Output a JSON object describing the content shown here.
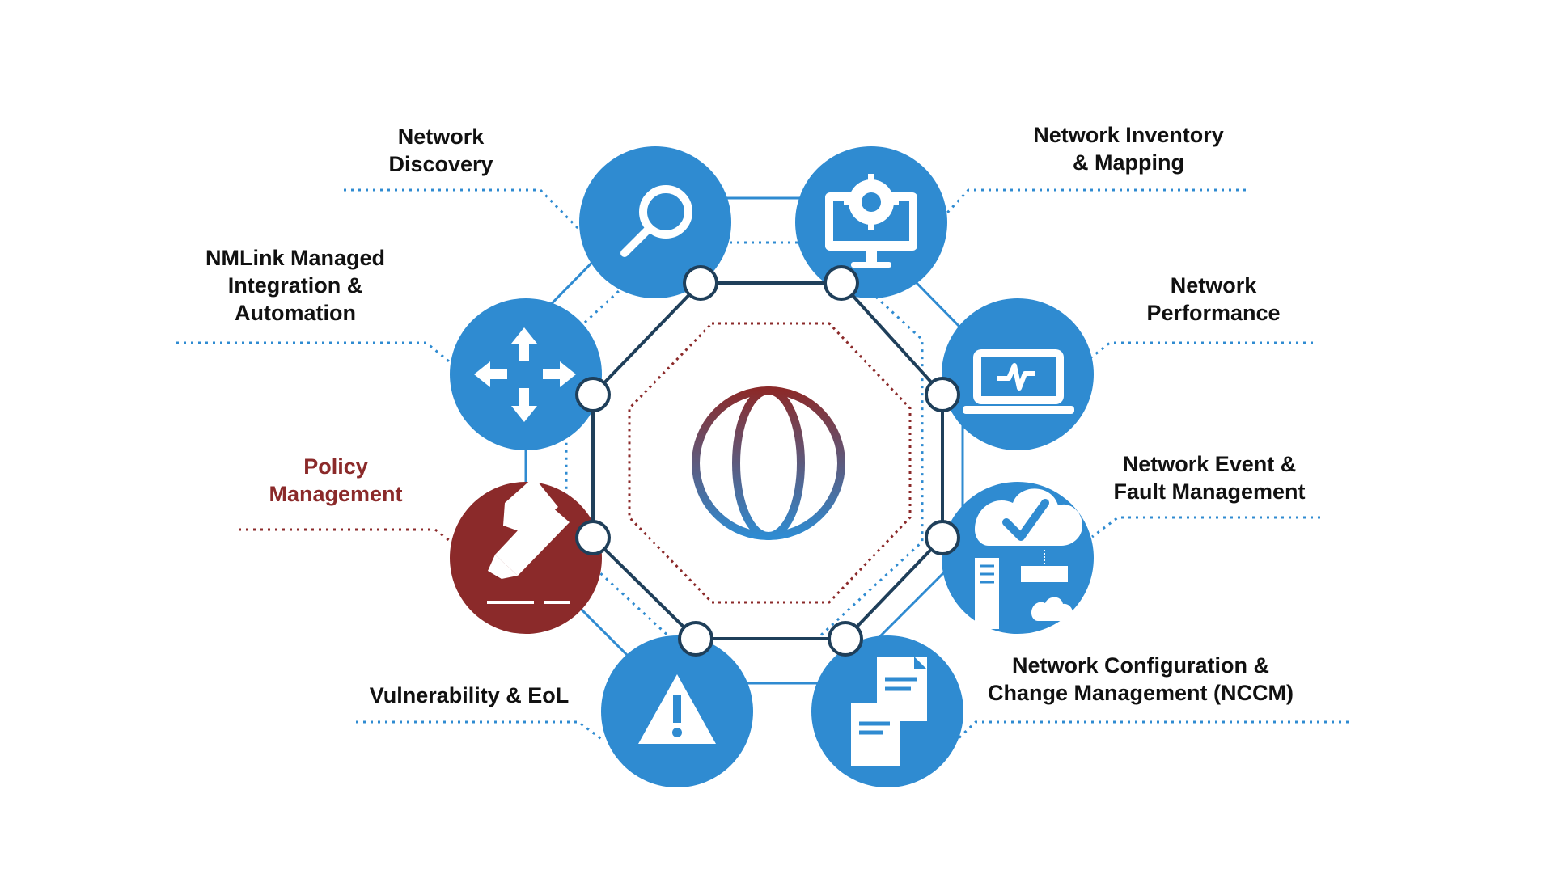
{
  "colors": {
    "primary": "#2f8bd1",
    "active": "#8b2a2a",
    "outline": "#1f3f5a",
    "connector": "#2f8bd1",
    "icon": "#ffffff",
    "label": "#111111"
  },
  "center": {
    "icon": "globe-icon"
  },
  "nodes": [
    {
      "id": "network-discovery",
      "label": "Network\nDiscovery",
      "icon": "magnifier-icon",
      "active": false
    },
    {
      "id": "network-inventory-mapping",
      "label": "Network Inventory\n& Mapping",
      "icon": "monitor-gear-icon",
      "active": false
    },
    {
      "id": "network-performance",
      "label": "Network\nPerformance",
      "icon": "laptop-pulse-icon",
      "active": false
    },
    {
      "id": "network-event-fault-management",
      "label": "Network Event &\nFault Management",
      "icon": "cloud-server-check-icon",
      "active": false
    },
    {
      "id": "nccm",
      "label": "Network Configuration &\nChange Management (NCCM)",
      "icon": "documents-icon",
      "active": false
    },
    {
      "id": "vulnerability-eol",
      "label": "Vulnerability & EoL",
      "icon": "warning-icon",
      "active": false
    },
    {
      "id": "policy-management",
      "label": "Policy\nManagement",
      "icon": "pencil-icon",
      "active": true
    },
    {
      "id": "nmlink-integration-automation",
      "label": "NMLink Managed\nIntegration &\nAutomation",
      "icon": "move-arrows-icon",
      "active": false
    }
  ]
}
